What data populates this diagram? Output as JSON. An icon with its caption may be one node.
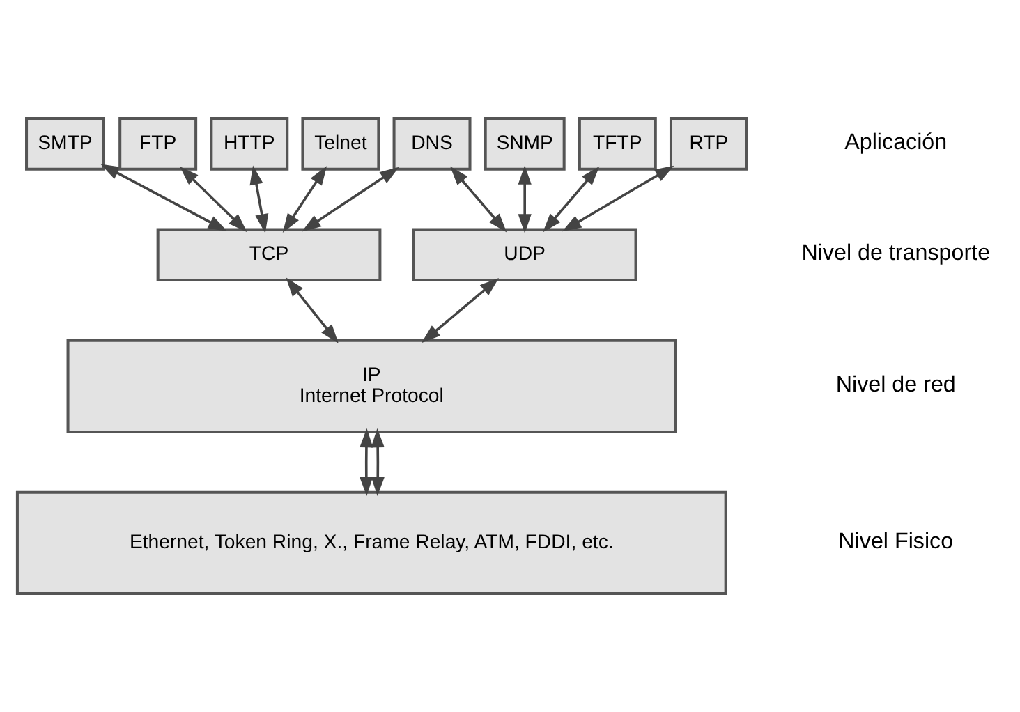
{
  "diagram": {
    "nodes": [
      {
        "text": [
          "SMTP"
        ]
      },
      {
        "text": [
          "FTP"
        ]
      },
      {
        "text": [
          "HTTP"
        ]
      },
      {
        "text": [
          "Telnet"
        ]
      },
      {
        "text": [
          "DNS"
        ]
      },
      {
        "text": [
          "SNMP"
        ]
      },
      {
        "text": [
          "TFTP"
        ]
      },
      {
        "text": [
          "RTP"
        ]
      },
      {
        "text": [
          "TCP"
        ]
      },
      {
        "text": [
          "UDP"
        ]
      },
      {
        "text": [
          "IP",
          "Internet Protocol"
        ]
      },
      {
        "text": [
          "Ethernet, Token Ring, X., Frame Relay, ATM, FDDI, etc."
        ]
      }
    ],
    "edges": [
      {
        "from": 0,
        "to": 8,
        "arrow": "both"
      },
      {
        "from": 1,
        "to": 8,
        "arrow": "both"
      },
      {
        "from": 2,
        "to": 8,
        "arrow": "both"
      },
      {
        "from": 3,
        "to": 8,
        "arrow": "both"
      },
      {
        "from": 4,
        "to": 8,
        "arrow": "both"
      },
      {
        "from": 4,
        "to": 9,
        "arrow": "both"
      },
      {
        "from": 5,
        "to": 9,
        "arrow": "both"
      },
      {
        "from": 6,
        "to": 9,
        "arrow": "both"
      },
      {
        "from": 7,
        "to": 9,
        "arrow": "both"
      },
      {
        "from": 8,
        "to": 10,
        "arrow": "both"
      },
      {
        "from": 9,
        "to": 10,
        "arrow": "both"
      },
      {
        "from": 10,
        "to": 11,
        "arrow": "both"
      },
      {
        "from": 10,
        "to": 11,
        "arrow": "both"
      }
    ],
    "labels": [
      "Aplicación",
      "Nivel de transporte",
      "Nivel de red",
      "Nivel Fisico"
    ]
  }
}
